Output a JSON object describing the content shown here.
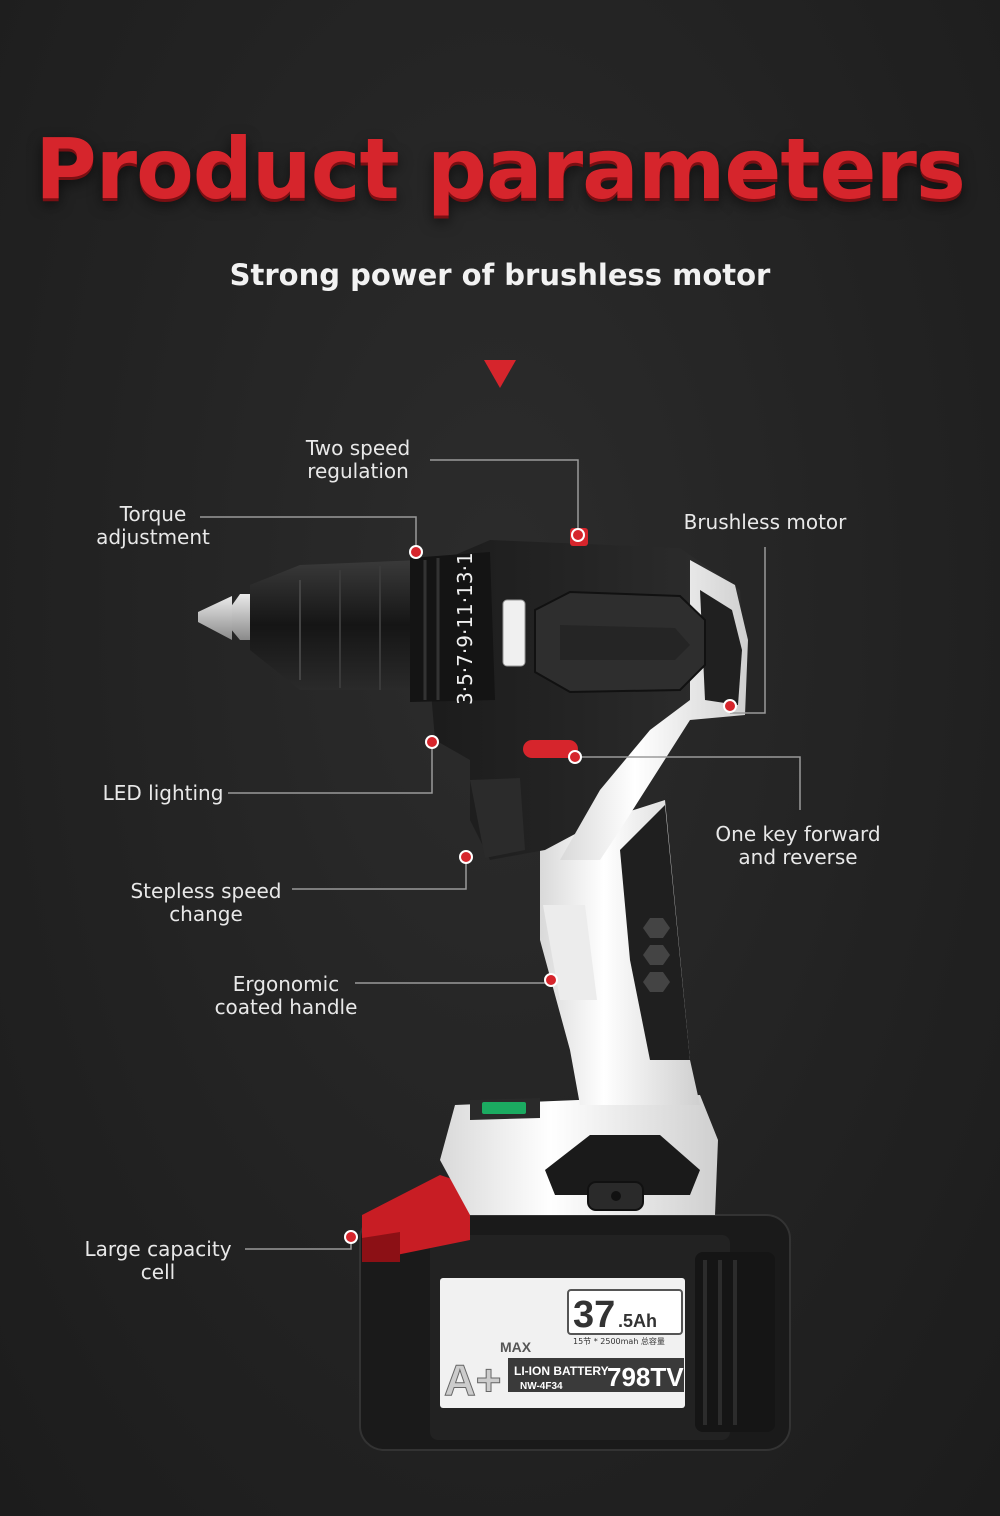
{
  "title": "Product parameters",
  "subtitle": "Strong power of brushless motor",
  "accent_color": "#d6252c",
  "callouts": {
    "two_speed": "Two speed\nregulation",
    "torque": "Torque\nadjustment",
    "brushless": "Brushless motor",
    "led": "LED lighting",
    "forward_reverse": "One key forward\nand reverse",
    "stepless": "Stepless speed\nchange",
    "handle": "Ergonomic\ncoated handle",
    "cell": "Large capacity\ncell"
  },
  "product": {
    "torque_scale": "3·5·7·9·11·13·1",
    "battery_capacity_main": "37",
    "battery_capacity_sub": ".5Ah",
    "battery_cells": "15节 * 2500mah 总容量",
    "battery_brand": "MAX",
    "battery_grade": "A+",
    "battery_type": "LI-ION  BATTERY",
    "battery_model": "NW-4F34",
    "battery_tv": "798TV"
  }
}
